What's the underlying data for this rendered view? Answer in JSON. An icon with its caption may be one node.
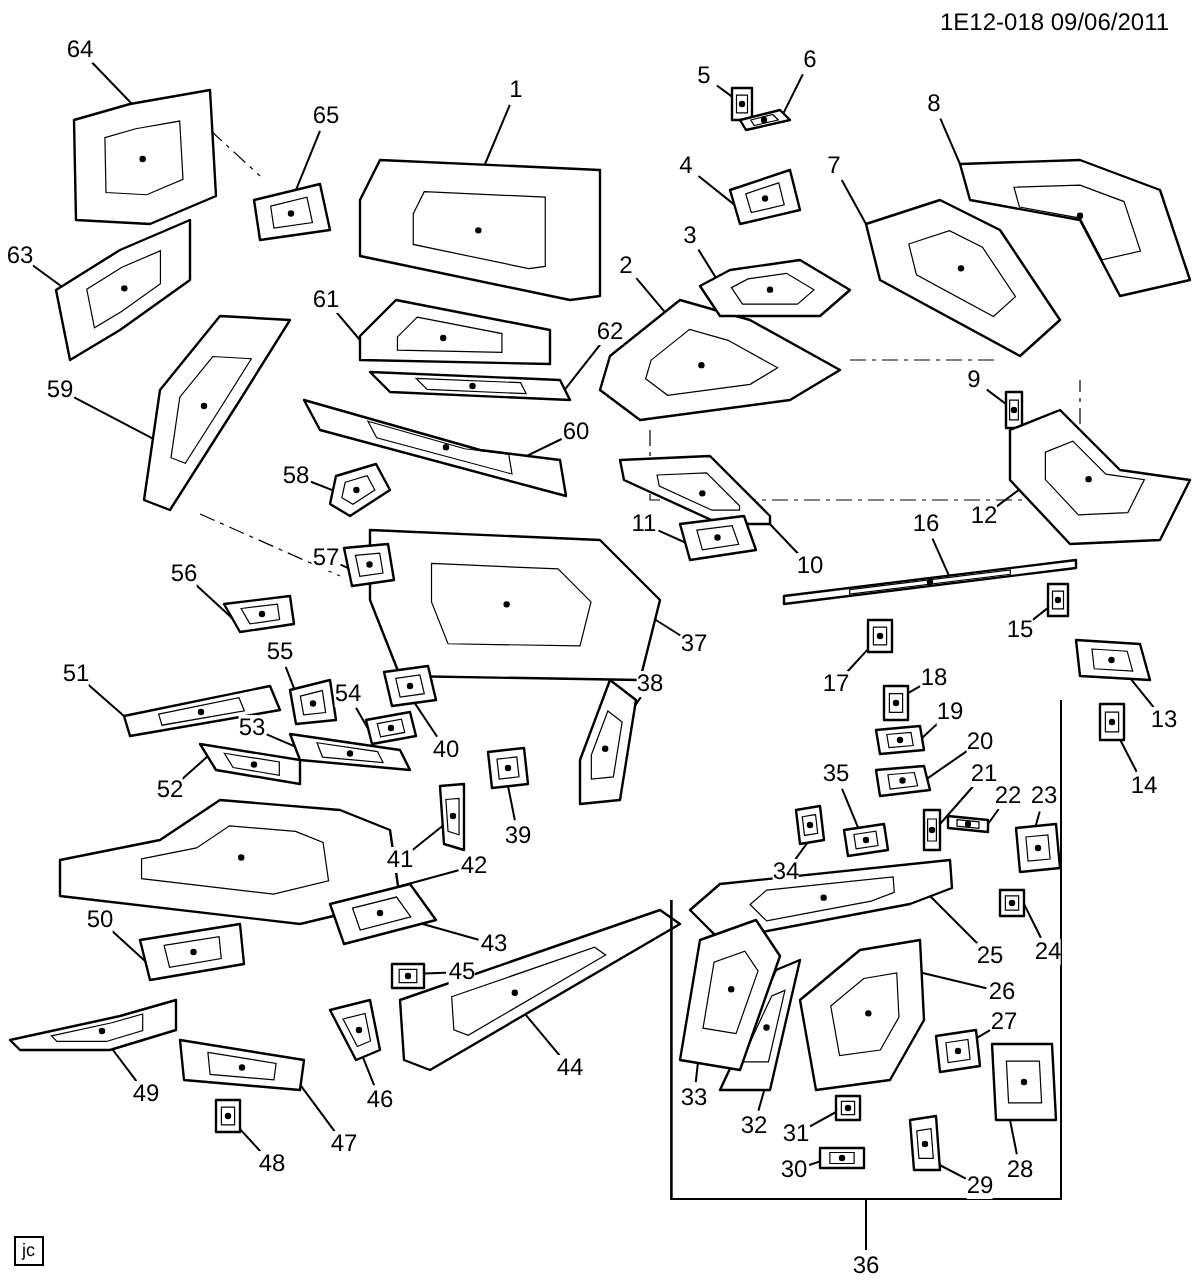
{
  "diagram": {
    "nodes": [
      {
        "text": [
          "1"
        ]
      },
      {
        "text": [
          "2"
        ]
      },
      {
        "text": [
          "3"
        ]
      },
      {
        "text": [
          "4"
        ]
      },
      {
        "text": [
          "5"
        ]
      },
      {
        "text": [
          "6"
        ]
      },
      {
        "text": [
          "7"
        ]
      },
      {
        "text": [
          "8"
        ]
      },
      {
        "text": [
          "9"
        ]
      },
      {
        "text": [
          "10"
        ]
      },
      {
        "text": [
          "11"
        ]
      },
      {
        "text": [
          "12"
        ]
      },
      {
        "text": [
          "13"
        ]
      },
      {
        "text": [
          "14"
        ]
      },
      {
        "text": [
          "15"
        ]
      },
      {
        "text": [
          "16"
        ]
      },
      {
        "text": [
          "17"
        ]
      },
      {
        "text": [
          "18"
        ]
      },
      {
        "text": [],
        "shape": "bracket"
      },
      {
        "text": [
          "19"
        ],
        "in": 18
      },
      {
        "text": [
          "20"
        ],
        "in": 18
      },
      {
        "text": [
          "21"
        ],
        "in": 18
      },
      {
        "text": [
          "22"
        ],
        "in": 18
      },
      {
        "text": [
          "23"
        ],
        "in": 18
      },
      {
        "text": [
          "24"
        ],
        "in": 18
      },
      {
        "text": [
          "25"
        ],
        "in": 18
      },
      {
        "text": [
          "26"
        ],
        "in": 18
      },
      {
        "text": [
          "27"
        ],
        "in": 18
      },
      {
        "text": [
          "28"
        ],
        "in": 18
      },
      {
        "text": [
          "29"
        ],
        "in": 18
      },
      {
        "text": [
          "30"
        ],
        "in": 18
      },
      {
        "text": [
          "31"
        ],
        "in": 18
      },
      {
        "text": [
          "32"
        ],
        "in": 18
      },
      {
        "text": [
          "33"
        ],
        "in": 18
      },
      {
        "text": [
          "34"
        ],
        "in": 18
      },
      {
        "text": [
          "35"
        ],
        "in": 18
      },
      {
        "text": [
          "36"
        ]
      },
      {
        "text": [
          "37"
        ]
      },
      {
        "text": [
          "38"
        ]
      },
      {
        "text": [
          "39"
        ]
      },
      {
        "text": [
          "40"
        ]
      },
      {
        "text": [
          "41"
        ]
      },
      {
        "text": [
          "42"
        ]
      },
      {
        "text": [
          "43"
        ]
      },
      {
        "text": [
          "44"
        ]
      },
      {
        "text": [
          "45"
        ]
      },
      {
        "text": [
          "46"
        ]
      },
      {
        "text": [
          "47"
        ]
      },
      {
        "text": [
          "48"
        ]
      },
      {
        "text": [
          "49"
        ]
      },
      {
        "text": [
          "50"
        ]
      },
      {
        "text": [
          "51"
        ]
      },
      {
        "text": [
          "52"
        ]
      },
      {
        "text": [
          "53"
        ]
      },
      {
        "text": [
          "54"
        ]
      },
      {
        "text": [
          "55"
        ]
      },
      {
        "text": [
          "56"
        ]
      },
      {
        "text": [
          "57"
        ]
      },
      {
        "text": [
          "58"
        ]
      },
      {
        "text": [
          "59"
        ]
      },
      {
        "text": [
          "60"
        ]
      },
      {
        "text": [
          "61"
        ]
      },
      {
        "text": [
          "62"
        ]
      },
      {
        "text": [
          "63"
        ]
      },
      {
        "text": [
          "64"
        ]
      },
      {
        "text": [
          "65"
        ]
      },
      {
        "text": [],
        "shape": "picture"
      },
      {
        "text": [],
        "shape": "picture"
      },
      {
        "text": [],
        "shape": "picture"
      },
      {
        "text": [],
        "shape": "picture"
      },
      {
        "text": [],
        "shape": "picture"
      },
      {
        "text": [],
        "shape": "picture"
      },
      {
        "text": [],
        "shape": "picture"
      },
      {
        "text": [],
        "shape": "picture"
      },
      {
        "text": [],
        "shape": "picture"
      },
      {
        "text": [],
        "shape": "picture"
      },
      {
        "text": [],
        "shape": "picture"
      },
      {
        "text": [],
        "shape": "picture"
      },
      {
        "text": [],
        "shape": "picture"
      },
      {
        "text": [],
        "shape": "picture"
      },
      {
        "text": [],
        "shape": "picture"
      },
      {
        "text": [],
        "shape": "picture"
      },
      {
        "text": [],
        "shape": "picture"
      },
      {
        "text": [],
        "shape": "picture"
      },
      {
        "text": [],
        "shape": "picture",
        "in": 18
      },
      {
        "text": [],
        "shape": "picture",
        "in": 18
      },
      {
        "text": [],
        "shape": "picture",
        "in": 18
      },
      {
        "text": [],
        "shape": "picture",
        "in": 18
      },
      {
        "text": [],
        "shape": "picture",
        "in": 18
      },
      {
        "text": [],
        "shape": "picture",
        "in": 18
      },
      {
        "text": [],
        "shape": "picture",
        "in": 18
      },
      {
        "text": [],
        "shape": "picture",
        "in": 18
      },
      {
        "text": [],
        "shape": "picture",
        "in": 18
      },
      {
        "text": [],
        "shape": "picture",
        "in": 18
      },
      {
        "text": [],
        "shape": "picture",
        "in": 18
      },
      {
        "text": [],
        "shape": "picture",
        "in": 18
      },
      {
        "text": [],
        "shape": "picture",
        "in": 18
      },
      {
        "text": [],
        "shape": "picture",
        "in": 18
      },
      {
        "text": [],
        "shape": "picture",
        "in": 18
      },
      {
        "text": [],
        "shape": "picture",
        "in": 18
      },
      {
        "text": [],
        "shape": "picture",
        "in": 18
      },
      {
        "text": [],
        "shape": "picture"
      },
      {
        "text": [],
        "shape": "picture"
      },
      {
        "text": [],
        "shape": "picture"
      },
      {
        "text": [],
        "shape": "picture"
      },
      {
        "text": [],
        "shape": "picture"
      },
      {
        "text": [],
        "shape": "picture"
      },
      {
        "text": [],
        "shape": "picture"
      },
      {
        "text": [],
        "shape": "picture"
      },
      {
        "text": [],
        "shape": "picture"
      },
      {
        "text": [],
        "shape": "picture"
      },
      {
        "text": [],
        "shape": "picture"
      },
      {
        "text": [],
        "shape": "picture"
      },
      {
        "text": [],
        "shape": "picture"
      },
      {
        "text": [],
        "shape": "picture"
      },
      {
        "text": [],
        "shape": "picture"
      },
      {
        "text": [],
        "shape": "picture"
      },
      {
        "text": [],
        "shape": "picture"
      },
      {
        "text": [],
        "shape": "picture"
      },
      {
        "text": [],
        "shape": "picture"
      },
      {
        "text": [],
        "shape": "picture"
      },
      {
        "text": [],
        "shape": "picture"
      },
      {
        "text": [],
        "shape": "picture"
      },
      {
        "text": [],
        "shape": "picture"
      },
      {
        "text": [],
        "shape": "picture"
      },
      {
        "text": [],
        "shape": "picture"
      },
      {
        "text": [],
        "shape": "picture"
      },
      {
        "text": [],
        "shape": "picture"
      },
      {
        "text": [],
        "shape": "picture"
      },
      {
        "text": [],
        "shape": "picture"
      }
    ],
    "edges": [
      {
        "from": 0,
        "to": 66,
        "arrow": "none"
      },
      {
        "from": 1,
        "to": 67,
        "arrow": "none"
      },
      {
        "from": 2,
        "to": 68,
        "arrow": "none"
      },
      {
        "from": 3,
        "to": 69,
        "arrow": "none"
      },
      {
        "from": 4,
        "to": 70,
        "arrow": "none"
      },
      {
        "from": 5,
        "to": 71,
        "arrow": "none"
      },
      {
        "from": 6,
        "to": 72,
        "arrow": "none"
      },
      {
        "from": 7,
        "to": 73,
        "arrow": "none"
      },
      {
        "from": 8,
        "to": 74,
        "arrow": "none"
      },
      {
        "from": 9,
        "to": 75,
        "arrow": "none"
      },
      {
        "from": 10,
        "to": 76,
        "arrow": "none"
      },
      {
        "from": 11,
        "to": 77,
        "arrow": "none"
      },
      {
        "from": 12,
        "to": 78,
        "arrow": "none"
      },
      {
        "from": 13,
        "to": 79,
        "arrow": "none"
      },
      {
        "from": 14,
        "to": 80,
        "arrow": "none"
      },
      {
        "from": 15,
        "to": 81,
        "arrow": "none"
      },
      {
        "from": 16,
        "to": 82,
        "arrow": "none"
      },
      {
        "from": 17,
        "to": 83,
        "arrow": "none"
      },
      {
        "from": 19,
        "to": 84,
        "arrow": "none"
      },
      {
        "from": 20,
        "to": 85,
        "arrow": "none"
      },
      {
        "from": 21,
        "to": 86,
        "arrow": "none"
      },
      {
        "from": 22,
        "to": 87,
        "arrow": "none"
      },
      {
        "from": 23,
        "to": 88,
        "arrow": "none"
      },
      {
        "from": 24,
        "to": 89,
        "arrow": "none"
      },
      {
        "from": 25,
        "to": 90,
        "arrow": "none"
      },
      {
        "from": 26,
        "to": 91,
        "arrow": "none"
      },
      {
        "from": 27,
        "to": 92,
        "arrow": "none"
      },
      {
        "from": 28,
        "to": 93,
        "arrow": "none"
      },
      {
        "from": 29,
        "to": 94,
        "arrow": "none"
      },
      {
        "from": 30,
        "to": 95,
        "arrow": "none"
      },
      {
        "from": 31,
        "to": 96,
        "arrow": "none"
      },
      {
        "from": 32,
        "to": 97,
        "arrow": "none"
      },
      {
        "from": 33,
        "to": 98,
        "arrow": "none"
      },
      {
        "from": 34,
        "to": 99,
        "arrow": "none"
      },
      {
        "from": 35,
        "to": 100,
        "arrow": "none"
      },
      {
        "from": 36,
        "to": 18,
        "arrow": "none"
      },
      {
        "from": 37,
        "to": 101,
        "arrow": "none"
      },
      {
        "from": 38,
        "to": 102,
        "arrow": "none"
      },
      {
        "from": 39,
        "to": 103,
        "arrow": "none"
      },
      {
        "from": 40,
        "to": 104,
        "arrow": "none"
      },
      {
        "from": 41,
        "to": 105,
        "arrow": "none"
      },
      {
        "from": 42,
        "to": 106,
        "arrow": "none"
      },
      {
        "from": 43,
        "to": 107,
        "arrow": "none"
      },
      {
        "from": 44,
        "to": 108,
        "arrow": "none"
      },
      {
        "from": 45,
        "to": 109,
        "arrow": "none"
      },
      {
        "from": 46,
        "to": 110,
        "arrow": "none"
      },
      {
        "from": 47,
        "to": 111,
        "arrow": "none"
      },
      {
        "from": 48,
        "to": 112,
        "arrow": "none"
      },
      {
        "from": 49,
        "to": 113,
        "arrow": "none"
      },
      {
        "from": 50,
        "to": 114,
        "arrow": "none"
      },
      {
        "from": 51,
        "to": 115,
        "arrow": "none"
      },
      {
        "from": 52,
        "to": 116,
        "arrow": "none"
      },
      {
        "from": 53,
        "to": 117,
        "arrow": "none"
      },
      {
        "from": 54,
        "to": 118,
        "arrow": "none"
      },
      {
        "from": 55,
        "to": 119,
        "arrow": "none"
      },
      {
        "from": 56,
        "to": 120,
        "arrow": "none"
      },
      {
        "from": 57,
        "to": 121,
        "arrow": "none"
      },
      {
        "from": 58,
        "to": 122,
        "arrow": "none"
      },
      {
        "from": 59,
        "to": 123,
        "arrow": "none"
      },
      {
        "from": 60,
        "to": 124,
        "arrow": "none"
      },
      {
        "from": 61,
        "to": 125,
        "arrow": "none"
      },
      {
        "from": 62,
        "to": 126,
        "arrow": "none"
      },
      {
        "from": 63,
        "to": 127,
        "arrow": "none"
      },
      {
        "from": 64,
        "to": 128,
        "arrow": "none"
      },
      {
        "from": 65,
        "to": 129,
        "arrow": "none"
      }
    ],
    "labels": [
      "1E12-018 09/06/2011",
      "jc"
    ]
  }
}
